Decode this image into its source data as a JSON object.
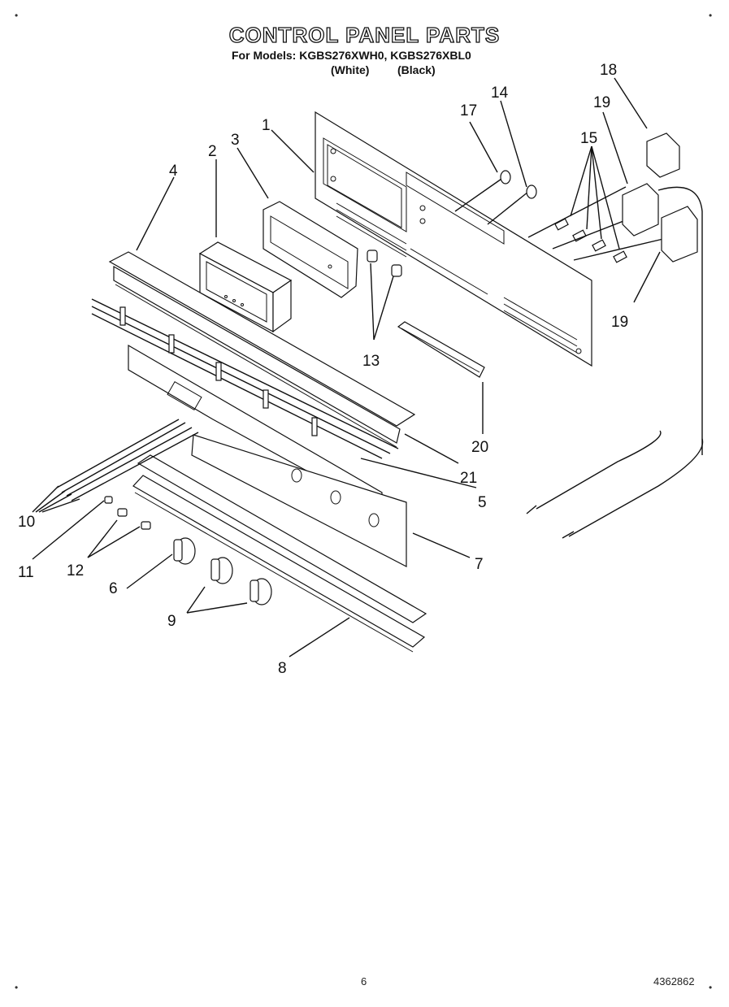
{
  "title": "CONTROL PANEL PARTS",
  "models_line": "For Models: KGBS276XWH0, KGBS276XBL0",
  "colors_line": {
    "white": "(White)",
    "black": "(Black)"
  },
  "footer": {
    "page": "6",
    "doc_number": "4362862"
  },
  "corner_marks": {
    "left": "•",
    "right": "•"
  },
  "callouts": [
    "1",
    "2",
    "3",
    "4",
    "5",
    "6",
    "7",
    "8",
    "9",
    "10",
    "11",
    "12",
    "13",
    "14",
    "15",
    "17",
    "18",
    "19",
    "19",
    "20",
    "21"
  ]
}
